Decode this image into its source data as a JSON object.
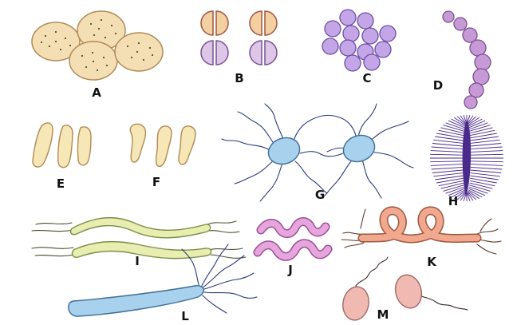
{
  "diagram": {
    "labels": {
      "a": "A",
      "b": "B",
      "c": "C",
      "d": "D",
      "e": "E",
      "f": "F",
      "g": "G",
      "h": "H",
      "i": "I",
      "j": "J",
      "k": "K",
      "l": "L",
      "m": "M"
    }
  },
  "colors": {
    "cream": "#f4dfb4",
    "cream_outline": "#b08a55",
    "peach": "#f3cfa2",
    "lavender_light": "#ddc6e6",
    "lavender": "#c4a6e8",
    "lavender_outline": "#6a4fa0",
    "purple": "#c79ad6",
    "purple_outline": "#7a4f94",
    "pale_yellow": "#f6e7b6",
    "blue": "#a8d1ee",
    "blue_outline": "#3d6f94",
    "navy": "#2b3a7a",
    "indigo": "#4a2a8a",
    "yellow_green": "#e7eeaf",
    "green_outline": "#7d8d4a",
    "pink": "#e6a6dc",
    "pink_outline": "#9b4e9a",
    "salmon": "#f0a98e",
    "salmon_outline": "#a0563f",
    "rose": "#f0b9b2",
    "rose_outline": "#a06a66"
  }
}
